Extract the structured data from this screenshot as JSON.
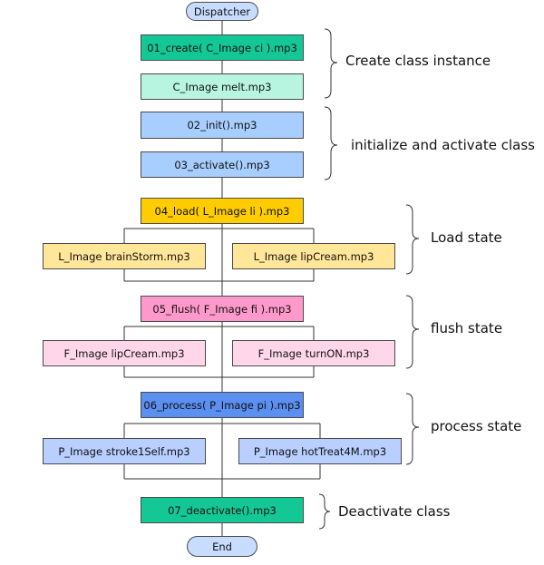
{
  "colors": {
    "start_end": "#c7dcff",
    "create": "#14c896",
    "create_light": "#b8f5e0",
    "init": "#a8ceff",
    "load": "#ffcc00",
    "load_light": "#ffe699",
    "flush": "#ff99cc",
    "flush_light": "#ffd6ea",
    "process": "#5b8ff0",
    "process_light": "#b8cfff",
    "deactivate": "#14c896"
  },
  "nodes": {
    "dispatcher": "Dispatcher",
    "create": "01_create( C_Image ci ).mp3",
    "create_melt": "C_Image melt.mp3",
    "init": "02_init().mp3",
    "activate": "03_activate().mp3",
    "load": "04_load( L_Image li ).mp3",
    "load_brainstorm": "L_Image brainStorm.mp3",
    "load_lipcream": "L_Image lipCream.mp3",
    "flush": "05_flush( F_Image fi ).mp3",
    "flush_lipcream": "F_Image lipCream.mp3",
    "flush_turnon": "F_Image turnON.mp3",
    "process": "06_process( P_Image pi ).mp3",
    "process_stroke": "P_Image stroke1Self.mp3",
    "process_hottreat": "P_Image hotTreat4M.mp3",
    "deactivate": "07_deactivate().mp3",
    "end": "End"
  },
  "annotations": {
    "create": "Create class instance",
    "init": "initialize and activate class",
    "load": "Load state",
    "flush": "flush state",
    "process": "process state",
    "deactivate": "Deactivate class"
  }
}
